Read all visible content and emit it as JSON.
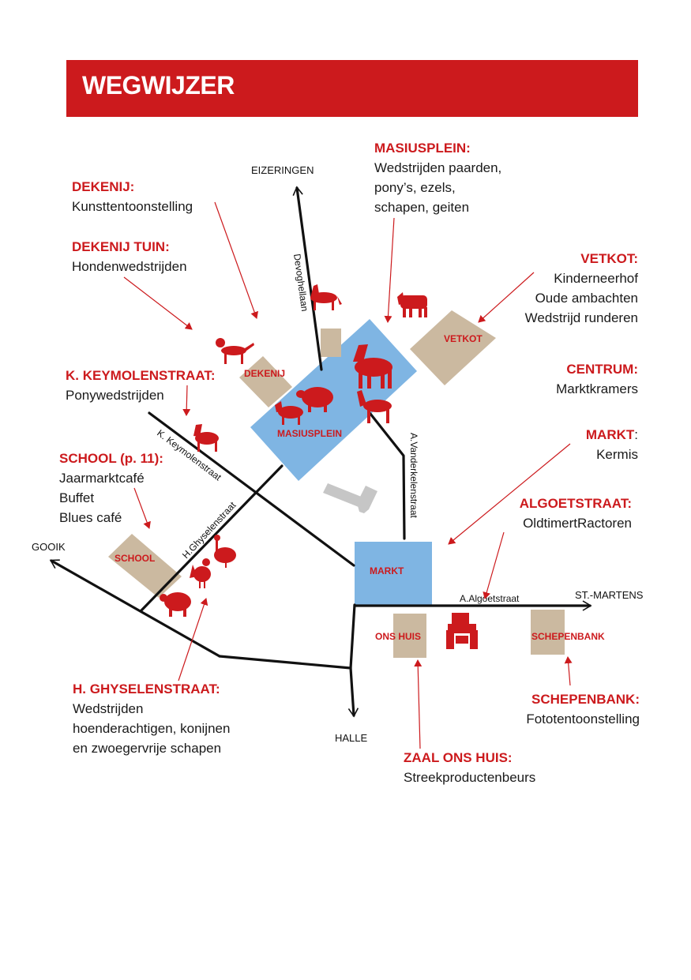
{
  "title": "WEGWIJZER",
  "colors": {
    "accent": "#cc1a1d",
    "building": "#cbb9a0",
    "square": "#7fb5e3",
    "road": "#111111",
    "parking": "#c6c6c6"
  },
  "directions": {
    "north": "EIZERINGEN",
    "west": "GOOIK",
    "south": "HALLE",
    "east": "ST.-MARTENS"
  },
  "streets": {
    "devoghel": "Devoghellaan",
    "keymolen": "K. Keymolenstraat",
    "ghyselen": "H.Ghyselenstraat",
    "vanderkelen": "A.Vanderkelenstraat",
    "algoet": "A.Algoetstraat"
  },
  "buildings": {
    "dekenij": "DEKENIJ",
    "masiusplein": "MASIUSPLEIN",
    "vetkot": "VETKOT",
    "school": "SCHOOL",
    "markt": "MARKT",
    "ons_huis": "ONS HUIS",
    "schepenbank": "SCHEPENBANK"
  },
  "labels": {
    "dekenij": {
      "title": "DEKENIJ:",
      "lines": [
        "Kunsttentoonstelling"
      ]
    },
    "dekenij_tuin": {
      "title": "DEKENIJ TUIN:",
      "lines": [
        "Hondenwedstrijden"
      ]
    },
    "keymolen": {
      "title": "K. KEYMOLENSTRAAT:",
      "lines": [
        "Ponywedstrijden"
      ]
    },
    "school": {
      "title": "SCHOOL (p. 11):",
      "lines": [
        "Jaarmarktcafé",
        "Buffet",
        "Blues café"
      ]
    },
    "ghyselen": {
      "title": "H. GHYSELENSTRAAT:",
      "lines": [
        "Wedstrijden",
        "hoenderachtigen, konijnen",
        "en zwoegervrije schapen"
      ]
    },
    "masiusplein": {
      "title": "MASIUSPLEIN:",
      "lines": [
        "Wedstrijden paarden,",
        "pony’s, ezels,",
        "schapen, geiten"
      ]
    },
    "vetkot": {
      "title": "VETKOT:",
      "lines": [
        "Kinderneerhof",
        "Oude ambachten",
        "Wedstrijd runderen"
      ]
    },
    "centrum": {
      "title": "CENTRUM:",
      "lines": [
        "Marktkramers"
      ]
    },
    "markt": {
      "title": "MARKT",
      "suffix": ":",
      "lines": [
        "Kermis"
      ]
    },
    "algoet": {
      "title": "ALGOETSTRAAT:",
      "lines": [
        "OldtimertRactoren"
      ]
    },
    "schepenbank": {
      "title": "SCHEPENBANK:",
      "lines": [
        "Fototentoonstelling"
      ]
    },
    "ons_huis": {
      "title": "ZAAL ONS HUIS:",
      "lines": [
        "Streekproductenbeurs"
      ]
    }
  }
}
